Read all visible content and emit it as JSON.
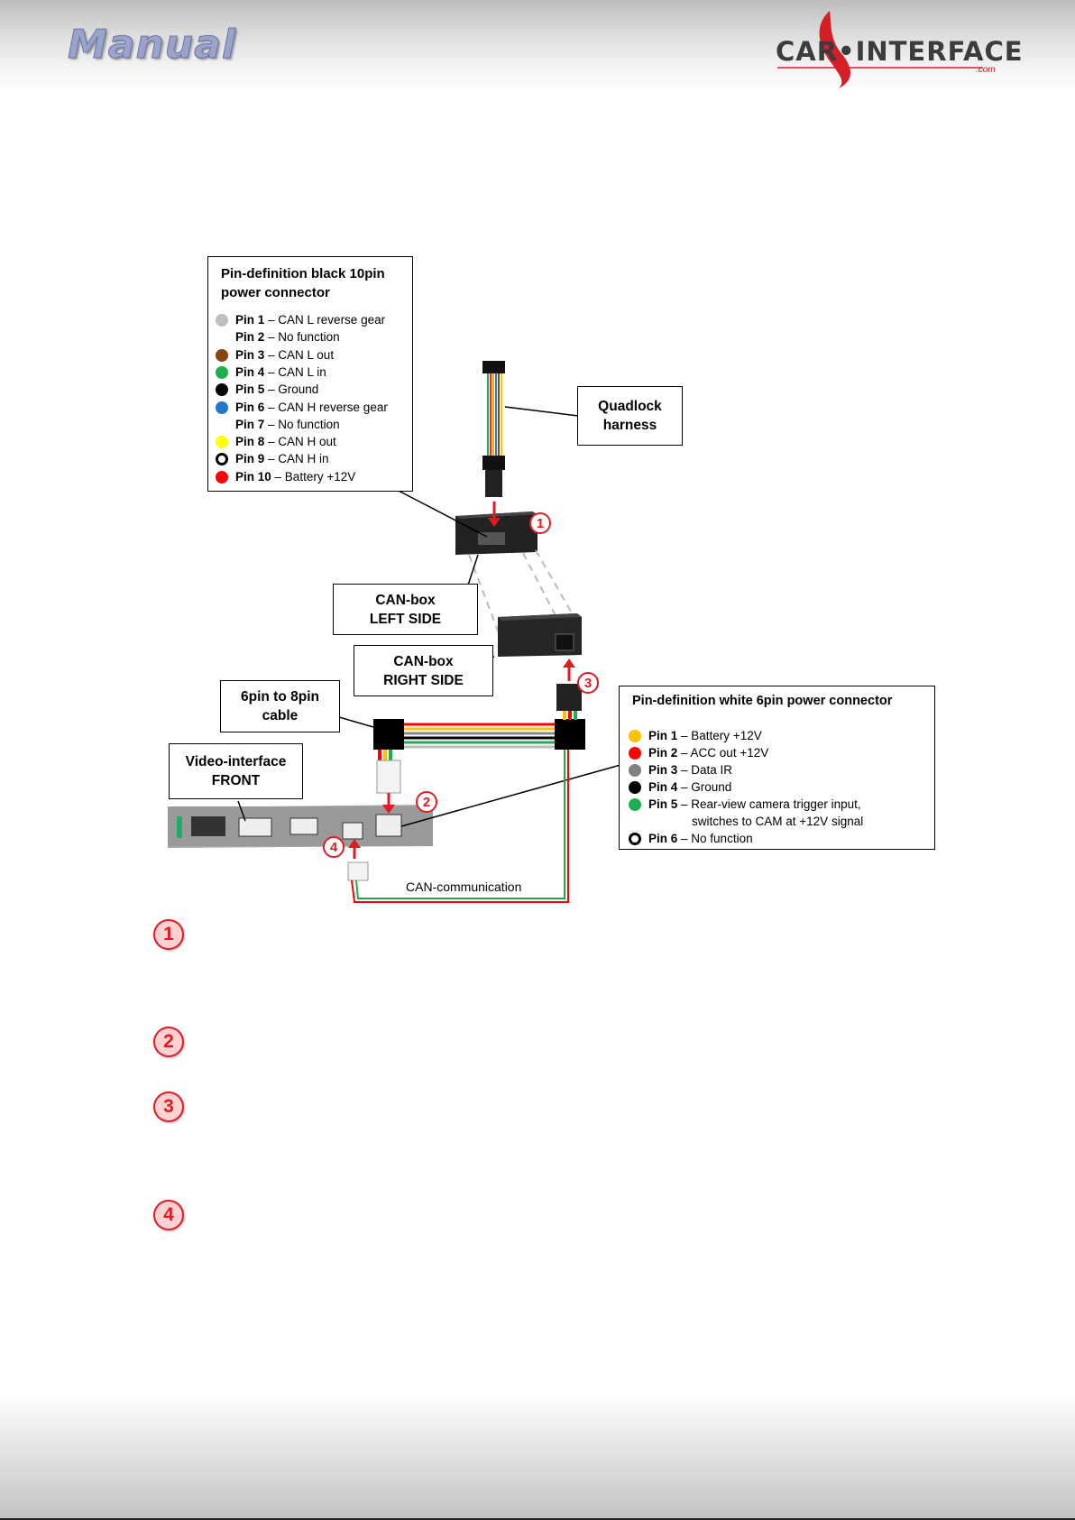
{
  "header": {
    "title": "Manual",
    "logo_text": "CAR•INTERFACE",
    "logo_suffix": ".com"
  },
  "black_connector": {
    "title_line1": "Pin-definition black 10pin",
    "title_line2": "power connector",
    "pins": [
      {
        "pin": "Pin 1",
        "desc": "– CAN L reverse gear",
        "color": "#bfbfbf"
      },
      {
        "pin": "Pin 2",
        "desc": "– No function",
        "color": ""
      },
      {
        "pin": "Pin 3",
        "desc": "– CAN L out",
        "color": "#8b4513"
      },
      {
        "pin": "Pin 4",
        "desc": "– CAN L in",
        "color": "#1fae4f"
      },
      {
        "pin": "Pin 5",
        "desc": "– Ground",
        "color": "#000000"
      },
      {
        "pin": "Pin 6",
        "desc": "– CAN H reverse gear",
        "color": "#1f78c8"
      },
      {
        "pin": "Pin 7",
        "desc": "– No function",
        "color": ""
      },
      {
        "pin": "Pin 8",
        "desc": "– CAN H out",
        "color": "#ffff00"
      },
      {
        "pin": "Pin 9",
        "desc": "– CAN H in",
        "color": "ring"
      },
      {
        "pin": "Pin 10",
        "desc": "– Battery +12V",
        "color": "#ff0000"
      }
    ]
  },
  "white_connector": {
    "title": "Pin-definition white 6pin power connector",
    "pins": [
      {
        "pin": "Pin 1",
        "desc": "– Battery +12V",
        "color": "#ffc000"
      },
      {
        "pin": "Pin 2",
        "desc": "– ACC out  +12V",
        "color": "#ff0000"
      },
      {
        "pin": "Pin 3",
        "desc": "– Data IR",
        "color": "#808080"
      },
      {
        "pin": "Pin 4",
        "desc": "– Ground",
        "color": "#000000"
      },
      {
        "pin": "Pin 5",
        "desc": "– Rear-view camera trigger input,",
        "color": "#1fae4f"
      },
      {
        "pin": "",
        "desc": "switches to CAM at +12V signal",
        "color": ""
      },
      {
        "pin": "Pin 6",
        "desc": "– No function",
        "color": "ring"
      }
    ]
  },
  "labels": {
    "quadlock_1": "Quadlock",
    "quadlock_2": "harness",
    "canbox_left_1": "CAN-box",
    "canbox_left_2": "LEFT SIDE",
    "canbox_right_1": "CAN-box",
    "canbox_right_2": "RIGHT SIDE",
    "cable_1": "6pin to 8pin",
    "cable_2": "cable",
    "video_1": "Video-interface",
    "video_2": "FRONT",
    "can_comm": "CAN-communication"
  },
  "markers": {
    "m1": "1",
    "m2": "2",
    "m3": "3",
    "m4": "4"
  }
}
